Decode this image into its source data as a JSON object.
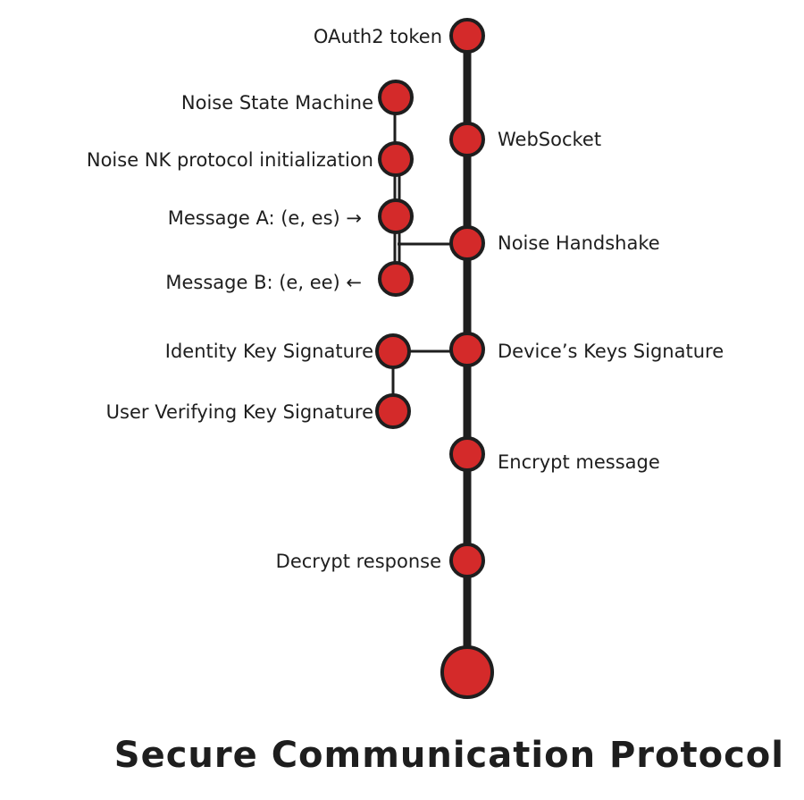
{
  "title": "Secure Communication Protocol",
  "colors": {
    "node": "#d42a2a",
    "line": "#1e1e1e"
  },
  "main": [
    {
      "label": "OAuth2 token",
      "side": "left"
    },
    {
      "label": "WebSocket",
      "side": "right"
    },
    {
      "label": "Noise Handshake",
      "side": "right"
    },
    {
      "label": "Device’s Keys Signature",
      "side": "right"
    },
    {
      "label": "Encrypt message",
      "side": "right"
    },
    {
      "label": "Decrypt response",
      "side": "left"
    }
  ],
  "noise_branch": [
    {
      "label": "Noise State Machine"
    },
    {
      "label": "Noise NK protocol initialization"
    },
    {
      "label": "Message A: (e, es) →"
    },
    {
      "label": "Message B: (e, ee) ←"
    }
  ],
  "signature_branch": [
    {
      "label": "Identity Key Signature"
    },
    {
      "label": "User Verifying Key Signature"
    }
  ]
}
